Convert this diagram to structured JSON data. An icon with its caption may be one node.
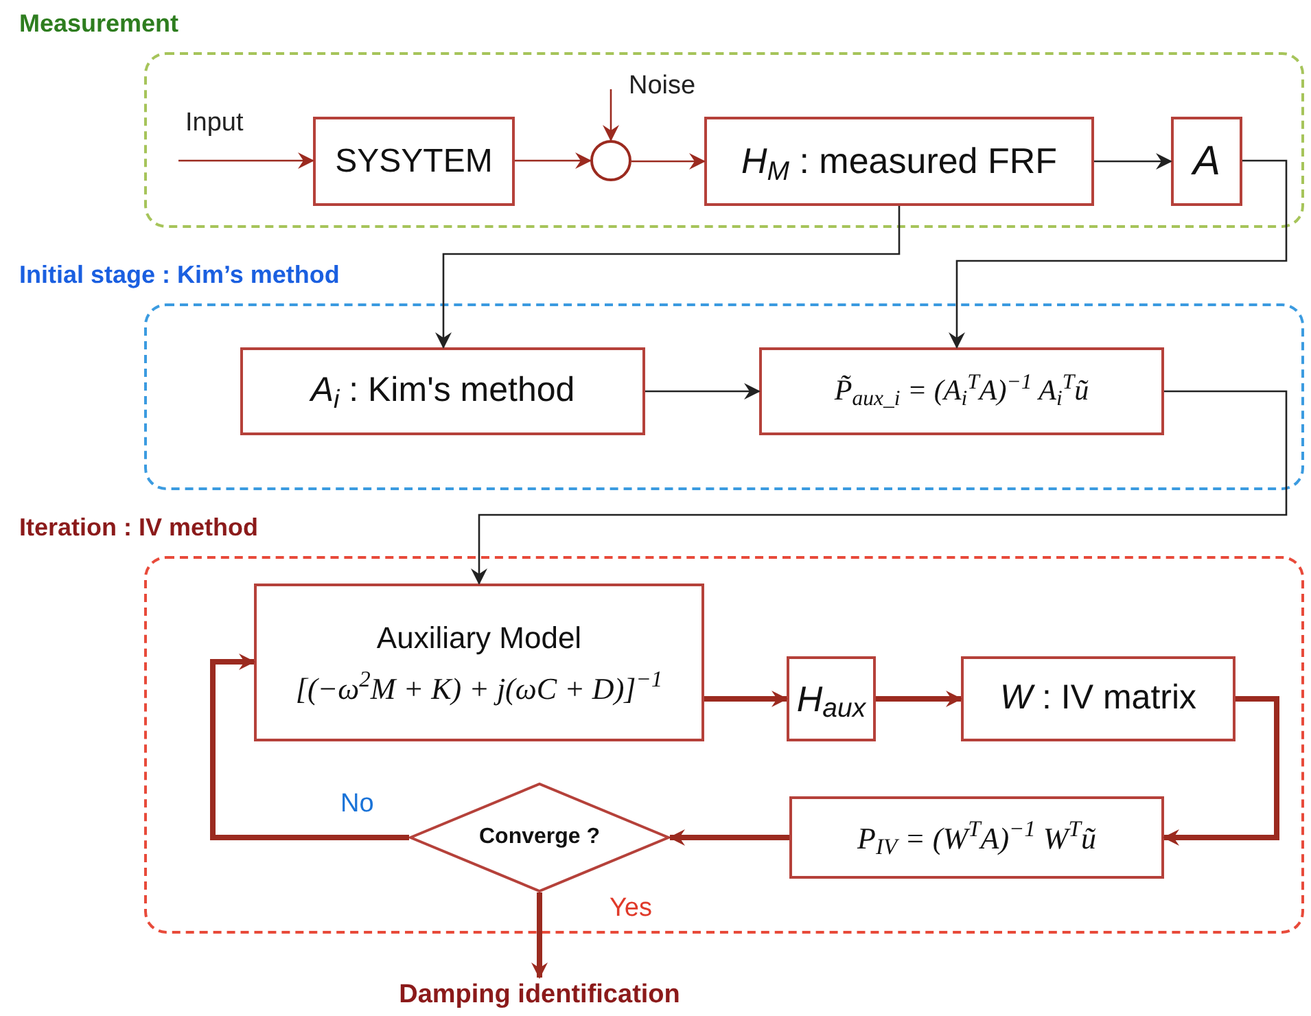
{
  "diagram": {
    "nodes": [
      {
        "text": [
          "Measurement"
        ]
      },
      {
        "text": [
          "SYSYTEM"
        ],
        "in": 0
      },
      {
        "text": [],
        "shape": "circle",
        "in": 0
      },
      {
        "text": [
          "*H*$_{M}$ : measured FRF"
        ],
        "in": 0
      },
      {
        "text": [
          "A"
        ],
        "in": 0
      },
      {
        "text": [
          "Initial stage : Kim’s method"
        ]
      },
      {
        "text": [
          "*A*$_{i}$ : Kim's method"
        ],
        "in": 5
      },
      {
        "text": [
          "P̃$_{aux_i}$ = (A$_{i}$$^{T}$A)$^{−1}$ A$_{i}$$^{T}$ũ"
        ],
        "in": 5
      },
      {
        "text": [
          "Iteration : IV method"
        ]
      },
      {
        "text": [
          "Auxiliary Model",
          "[(−ω$^{2}$M + K) + j(ωC + D)]$^{−1}$"
        ],
        "in": 8
      },
      {
        "text": [
          "*H*$_{aux}$"
        ],
        "in": 8
      },
      {
        "text": [
          "*W* : IV matrix"
        ],
        "in": 8
      },
      {
        "text": [
          "P$_{IV}$ = (W$^{T}$A)$^{−1}$ W$^{T}$ũ"
        ],
        "in": 8
      },
      {
        "text": [
          "Converge ?"
        ],
        "in": 8
      },
      {
        "text": [
          "Damping identification"
        ]
      }
    ],
    "edges": [
      {
        "from": null,
        "to": 1,
        "arrow": "to",
        "label": "Input"
      },
      {
        "from": 1,
        "to": 2,
        "arrow": "to"
      },
      {
        "from": null,
        "to": 2,
        "arrow": "to",
        "label": "Noise"
      },
      {
        "from": 2,
        "to": 3,
        "arrow": "to"
      },
      {
        "from": 3,
        "to": 4,
        "arrow": "to",
        "color": "#222222"
      },
      {
        "from": 3,
        "to": 6,
        "arrow": "to",
        "color": "#222222"
      },
      {
        "from": 4,
        "to": 7,
        "arrow": "to",
        "color": "#222222"
      },
      {
        "from": 6,
        "to": 7,
        "arrow": "to",
        "color": "#222222"
      },
      {
        "from": 7,
        "to": 9,
        "arrow": "to",
        "color": "#222222"
      },
      {
        "from": 9,
        "to": 10,
        "arrow": "to",
        "style": "thick"
      },
      {
        "from": 10,
        "to": 11,
        "arrow": "to",
        "style": "thick"
      },
      {
        "from": 11,
        "to": 12,
        "arrow": "to",
        "style": "thick"
      },
      {
        "from": 12,
        "to": 13,
        "arrow": "to",
        "style": "thick"
      },
      {
        "from": 13,
        "to": 9,
        "arrow": "to",
        "style": "thick",
        "label": "No"
      },
      {
        "from": 13,
        "to": 14,
        "arrow": "to",
        "style": "thick",
        "label": "Yes"
      }
    ]
  }
}
